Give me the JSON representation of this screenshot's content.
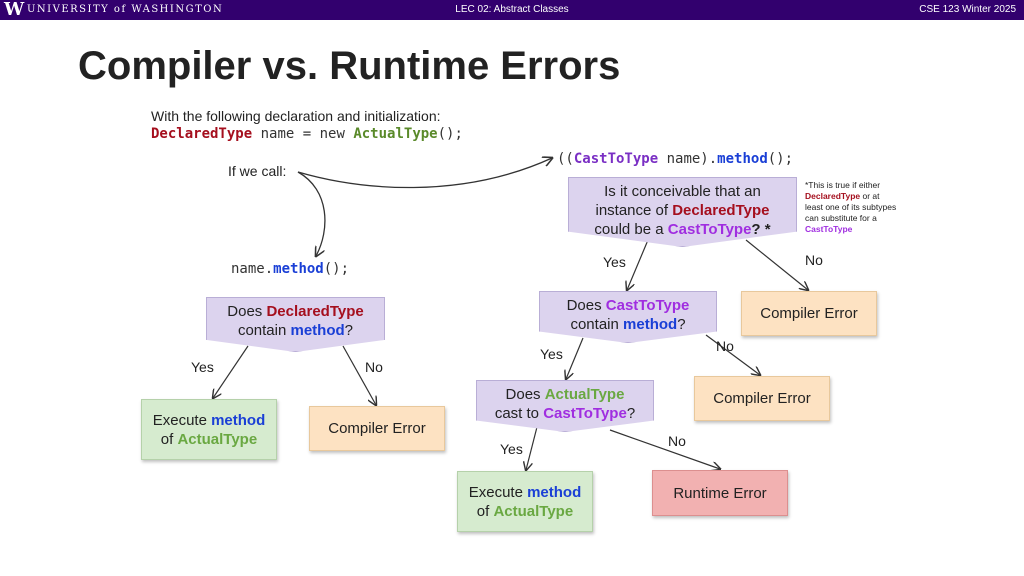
{
  "header": {
    "logo_mark": "W",
    "logo_text": "UNIVERSITY of WASHINGTON",
    "lecture": "LEC 02: Abstract Classes",
    "course": "CSE 123 Winter 2025"
  },
  "title": "Compiler vs. Runtime Errors",
  "intro": "With the following declaration and initialization:",
  "declaration": {
    "declared_type": "DeclaredType",
    "middle": " name = new ",
    "actual_type": "ActualType",
    "end": "();"
  },
  "if_we_call": "If we call:",
  "calls": {
    "plain_prefix": "name.",
    "plain_method": "method",
    "plain_suffix": "();",
    "cast_open": "((",
    "cast_type": "CastToType",
    "cast_mid": " name).",
    "cast_method": "method",
    "cast_suffix": "();"
  },
  "left_tree": {
    "q_does": "Does ",
    "q_type": "DeclaredType",
    "q_contain": "contain ",
    "q_method": "method",
    "q_mark": "?",
    "yes": "Yes",
    "no": "No",
    "exec_label": "Execute ",
    "exec_method": "method",
    "exec_of": "of ",
    "exec_type": "ActualType",
    "error": "Compiler Error"
  },
  "right_tree": {
    "q1_line1": "Is it conceivable that an",
    "q1_line2a": "instance of ",
    "q1_line2b": "DeclaredType",
    "q1_line3a": "could be a ",
    "q1_line3b": "CastToType",
    "q1_line3c": "? *",
    "q1_yes": "Yes",
    "q1_no": "No",
    "q1_error": "Compiler Error",
    "q2_does": "Does ",
    "q2_type": "CastToType",
    "q2_contain": "contain ",
    "q2_method": "method",
    "q2_mark": "?",
    "q2_yes": "Yes",
    "q2_no": "No",
    "q2_error": "Compiler Error",
    "q3_does": "Does ",
    "q3_type": "ActualType",
    "q3_cast": "cast to ",
    "q3_target": "CastToType",
    "q3_mark": "?",
    "q3_yes": "Yes",
    "q3_no": "No",
    "exec_label": "Execute ",
    "exec_method": "method",
    "exec_of": "of ",
    "exec_type": "ActualType",
    "runtime_error": "Runtime Error"
  },
  "note": {
    "prefix": "*This is true if either ",
    "declared": "DeclaredType",
    "middle": " or at least one of its subtypes can substitute for a ",
    "cast": "CastToType"
  }
}
